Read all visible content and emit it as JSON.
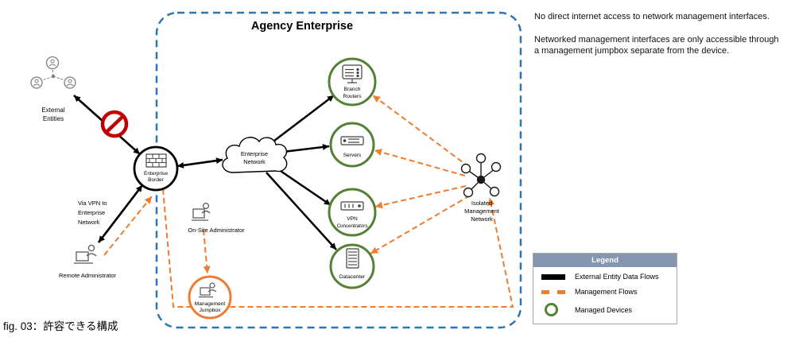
{
  "title": "Agency Enterprise",
  "caption": "fig. 03：許容できる構成",
  "notes": {
    "para1": "No direct internet access to network management interfaces.",
    "para2": "Networked management interfaces are only accessible through a management jumpbox separate from the device."
  },
  "nodes": {
    "external_entities": {
      "lines": [
        "External",
        "Entities"
      ]
    },
    "enterprise_border": {
      "lines": [
        "Enterprise",
        "Border"
      ]
    },
    "via_vpn_note": {
      "lines": [
        "Via VPN to",
        "Enterprise",
        "Network"
      ]
    },
    "remote_administrator": {
      "label": "Remote Administrator"
    },
    "enterprise_network": {
      "lines": [
        "Enterprise",
        "Network"
      ]
    },
    "branch_routers": {
      "lines": [
        "Branch",
        "Routers"
      ]
    },
    "servers": {
      "label": "Servers"
    },
    "vpn_concentrators": {
      "lines": [
        "VPN",
        "Concentrators"
      ]
    },
    "datacenter": {
      "label": "Datacenter"
    },
    "onsite_administrator": {
      "label": "On-Site Administrator"
    },
    "management_jumpbox": {
      "lines": [
        "Management",
        "Jumpbox"
      ]
    },
    "isolated_management_network": {
      "lines": [
        "Isolated",
        "Management",
        "Network"
      ]
    }
  },
  "legend": {
    "title": "Legend",
    "items": [
      {
        "label": "External Entity Data Flows"
      },
      {
        "label": "Management Flows"
      },
      {
        "label": "Managed Devices"
      }
    ]
  },
  "colors": {
    "enterprise_boundary_blue": "#2E75B6",
    "management_orange": "#ED7D31",
    "managed_device_green": "#538135",
    "prohibition_red": "#C00000",
    "legend_header": "#8496B0"
  }
}
